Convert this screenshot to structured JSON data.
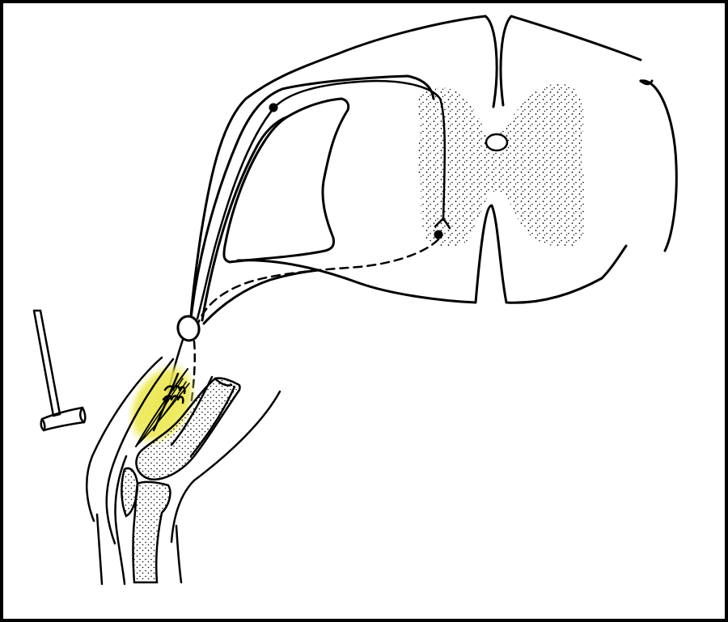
{
  "figure": {
    "kind": "knee-jerk reflex arc illustration",
    "text_labels": [],
    "colors": {
      "line": "#000000",
      "background": "#ffffff",
      "frame": "#000000",
      "muscle_highlight": "#e9e64a",
      "stipple": "#000000"
    },
    "icons": {
      "hammer": "reflex-hammer-icon",
      "spinal_cord": "spinal-cord-cross-section",
      "ganglion": "dorsal-root-ganglion",
      "knee": "knee-joint",
      "muscle": "quadriceps-muscle-spindle"
    }
  }
}
